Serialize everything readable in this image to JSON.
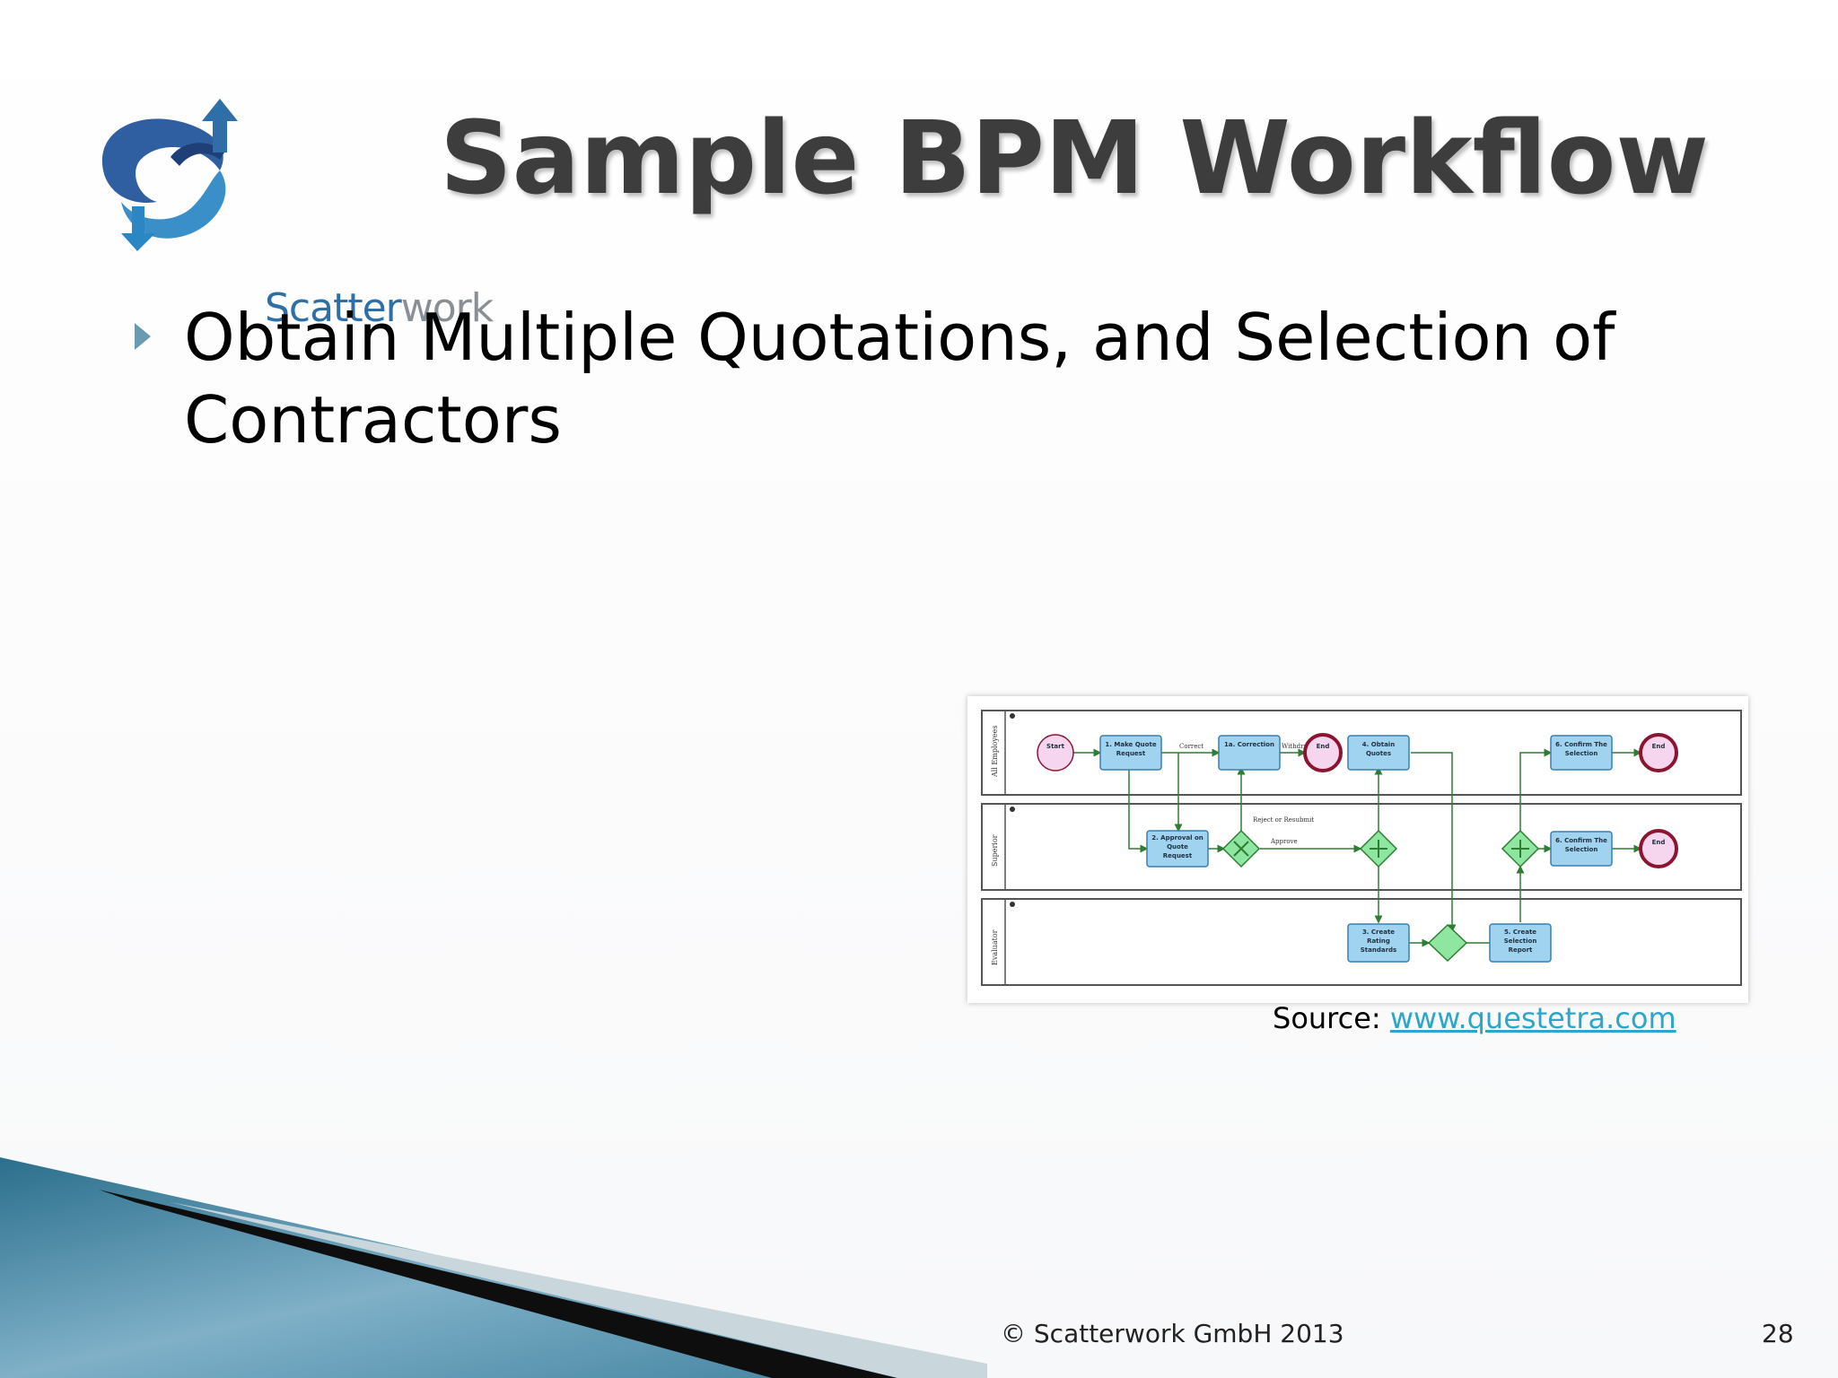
{
  "slide": {
    "title": "Sample BPM Workflow",
    "bullet": "Obtain Multiple Quotations, and Selection of Contractors",
    "source_label": "Source: ",
    "source_link": "www.questetra.com",
    "footer": "© Scatterwork GmbH 2013",
    "page_number": "28",
    "logo": {
      "text_blue": "Scatter",
      "text_gray": "work"
    }
  },
  "diagram": {
    "lanes": [
      "All Employees",
      "Superior",
      "Evaluator"
    ],
    "start": "Start",
    "end": "End",
    "tasks": {
      "make_quote": [
        "1. Make Quote",
        "Request"
      ],
      "correction": [
        "1a. Correction"
      ],
      "obtain_quotes": [
        "4. Obtain",
        "Quotes"
      ],
      "confirm_top": [
        "6. Confirm The",
        "Selection"
      ],
      "approval": [
        "2. Approval on",
        "Quote",
        "Request"
      ],
      "confirm_mid": [
        "6. Confirm The",
        "Selection"
      ],
      "rating": [
        "3. Create",
        "Rating",
        "Standards"
      ],
      "report": [
        "5. Create",
        "Selection",
        "Report"
      ]
    },
    "edge_labels": {
      "correct": "Correct",
      "withdraw": "Withdraw",
      "reject": "Reject or Resubmit",
      "approve": "Approve"
    }
  },
  "colors": {
    "title": "#3d3d3d",
    "link": "#2aa7c9",
    "task_fill": "#9fd3f0",
    "task_stroke": "#3a7fb0",
    "gateway_fill": "#8ee6a0",
    "end_stroke": "#8b1530",
    "start_fill": "#f6d6ee"
  }
}
